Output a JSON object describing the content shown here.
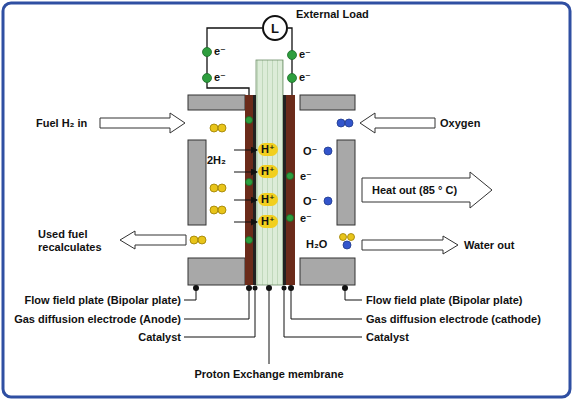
{
  "diagram": {
    "nodes": [
      {
        "text": [
          "L"
        ]
      }
    ],
    "labels": [
      "External Load",
      "e⁻",
      "e⁻",
      "e⁻",
      "e⁻",
      "Fuel H₂ in",
      "Oxygen",
      "2H₂",
      "H⁺",
      "H⁺",
      "H⁺",
      "H⁺",
      "O⁻",
      "O⁻",
      "e⁻",
      "e⁻",
      "Heat out (85 ° C)",
      "Used fuel recalculates",
      "H₂O",
      "Water out",
      "Flow field plate (Bipolar plate)",
      "Flow field plate (Bipolar plate)",
      "Gas diffusion electrode (Anode)",
      "Gas diffusion electrode (cathode)",
      "Catalyst",
      "Catalyst",
      "Proton Exchange membrane"
    ]
  }
}
